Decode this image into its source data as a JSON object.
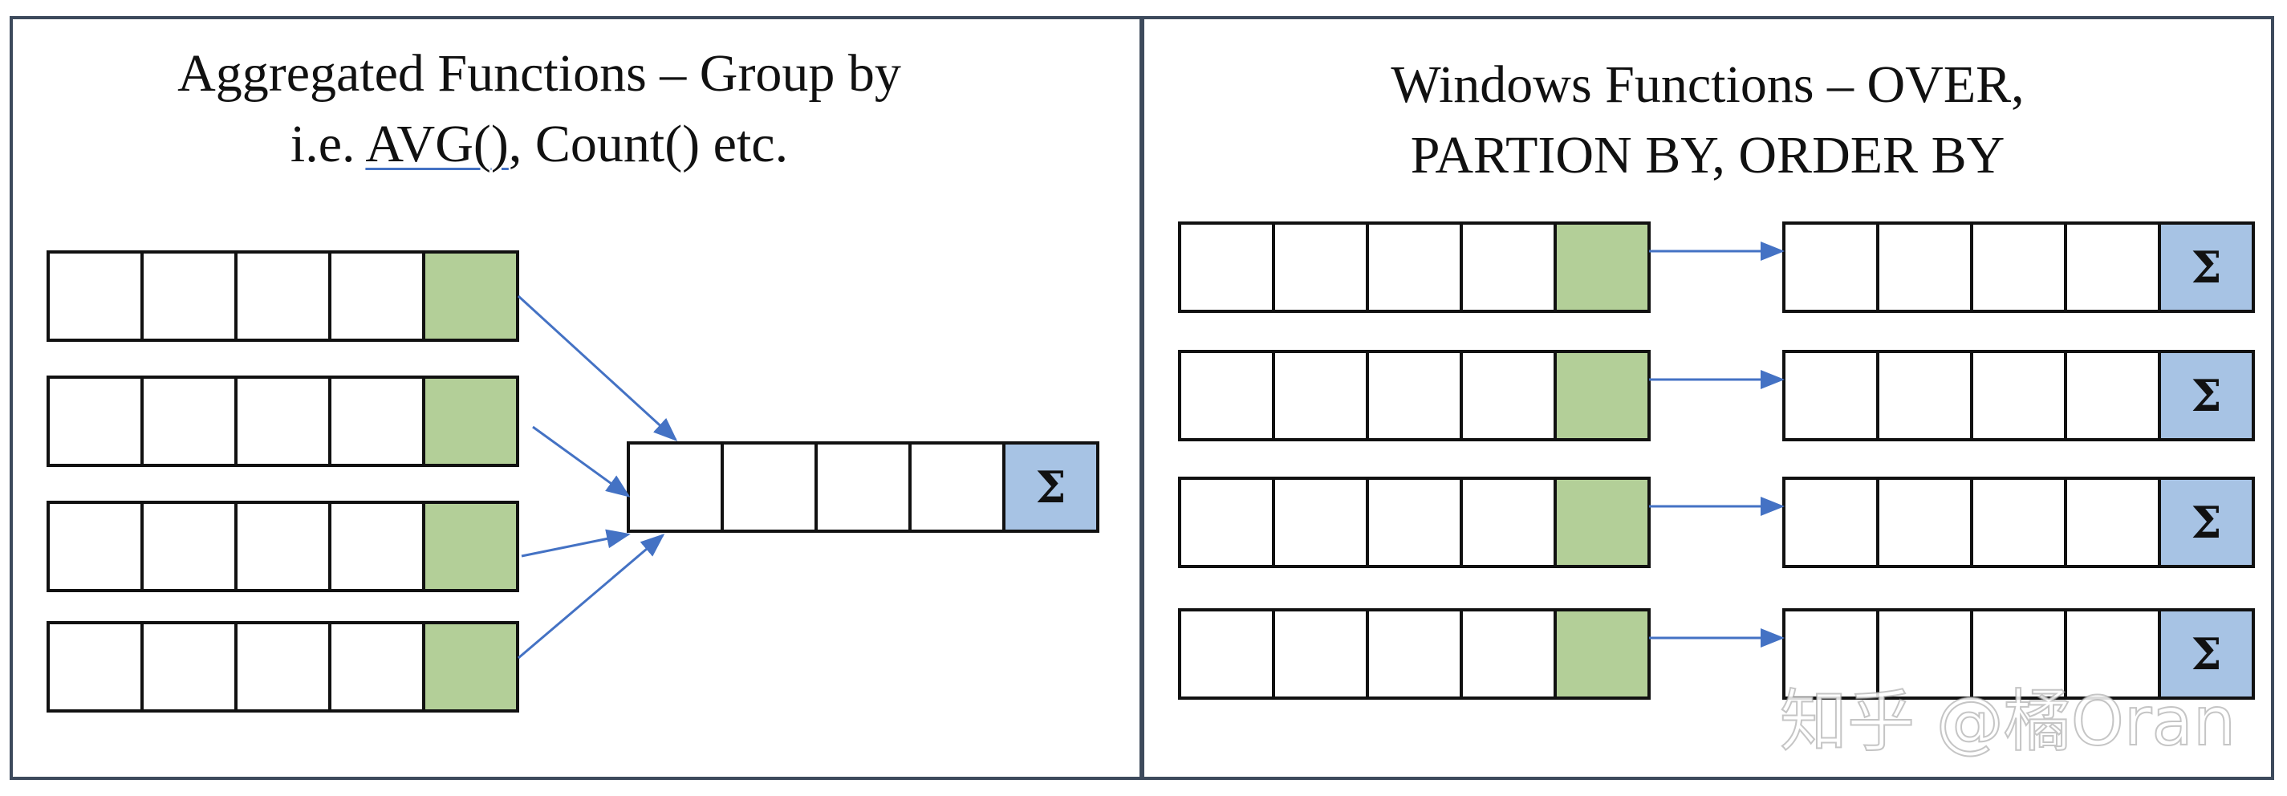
{
  "left_panel": {
    "title_line1": "Aggregated Functions – Group by",
    "title_line2_prefix": "i.e. ",
    "title_line2_underlined": "AVG()",
    "title_line2_suffix": ", Count() etc.",
    "input_rows": 4,
    "result_symbol": "Σ"
  },
  "right_panel": {
    "title_line1": "Windows Functions – OVER,",
    "title_line2": "PARTION BY, ORDER BY",
    "input_rows": 4,
    "result_symbol": "Σ"
  },
  "watermark": "知乎 @橘Oran",
  "colors": {
    "highlight_cell": "#b3cf98",
    "result_cell": "#a7c3e4",
    "arrow": "#4472c4",
    "border": "#3d4a5c"
  }
}
